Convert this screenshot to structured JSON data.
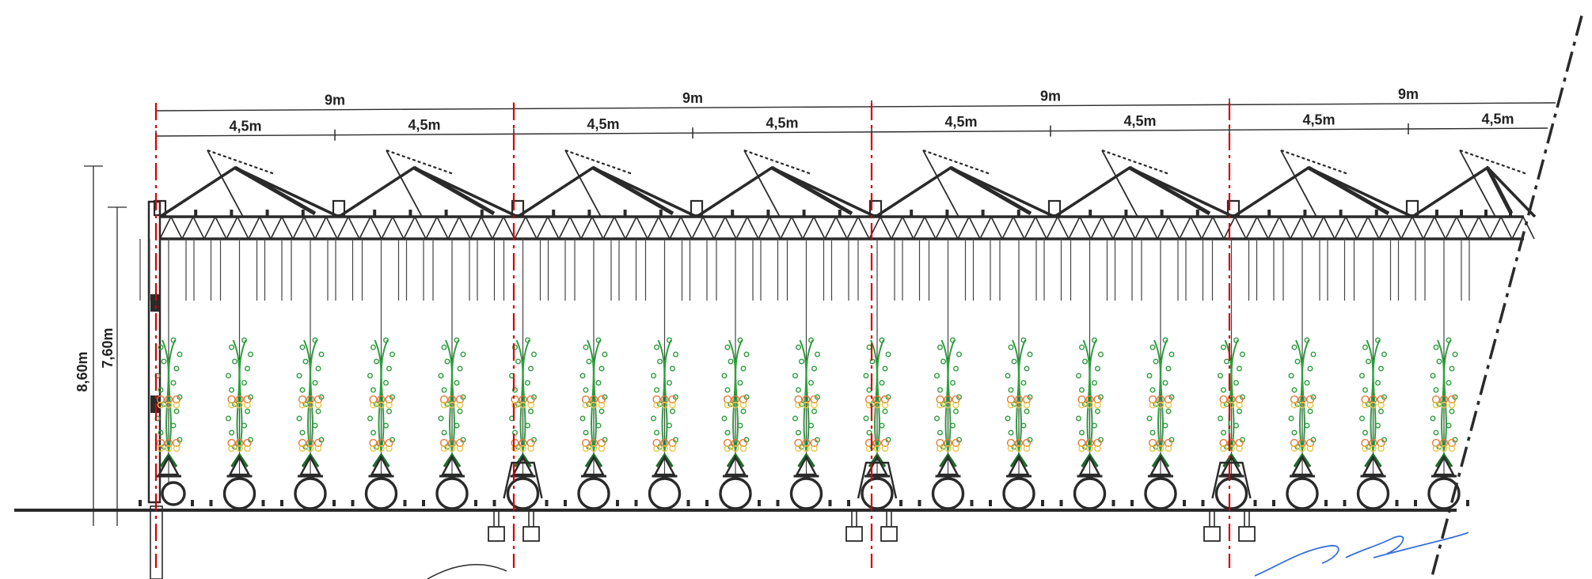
{
  "title": "",
  "dimensions": {
    "bay_width_label": "9m",
    "half_bay_label": "4,5m",
    "total_height_label": "8,60m",
    "gutter_height_label": "7,60m"
  },
  "bays": [
    {
      "label": "9m",
      "halves": [
        "4,5m",
        "4,5m"
      ]
    },
    {
      "label": "9m",
      "halves": [
        "4,5m",
        "4,5m"
      ]
    },
    {
      "label": "9m",
      "halves": [
        "4,5m",
        "4,5m"
      ]
    },
    {
      "label": "9m",
      "halves": [
        "4,5m",
        "4,5m"
      ]
    }
  ],
  "colors": {
    "structure": "#2a2a2a",
    "axis_line": "#d40000",
    "foliage": "#2e9e3e",
    "fruit_yellow": "#e8c84a",
    "fruit_orange": "#e07a3a",
    "signature": "#3a6fd8"
  },
  "elements": {
    "plant_rows": 19,
    "heating_pipes": 19,
    "column_footings": 3,
    "roof_vents": 8
  }
}
